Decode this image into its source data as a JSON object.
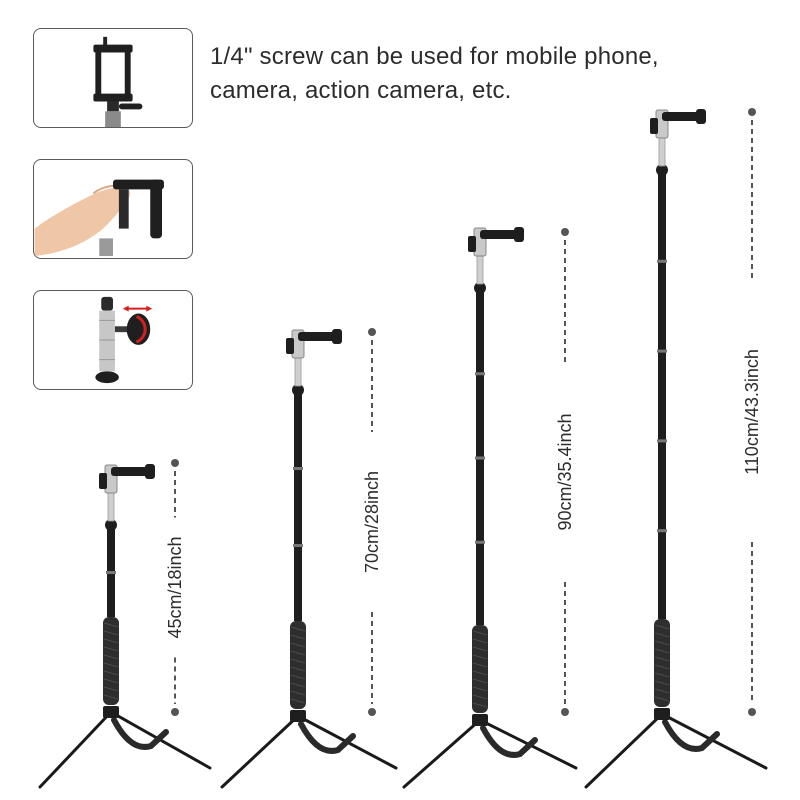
{
  "caption": {
    "line1": "1/4\" screw can be used for mobile phone,",
    "line2": "camera, action camera, etc."
  },
  "details": [
    {
      "name": "phone-clamp-detail"
    },
    {
      "name": "hand-grip-detail"
    },
    {
      "name": "adjustable-mount-detail"
    }
  ],
  "heights": [
    {
      "label": "45cm/18inch"
    },
    {
      "label": "70cm/28inch"
    },
    {
      "label": "90cm/35.4inch"
    },
    {
      "label": "110cm/43.3inch"
    }
  ],
  "colors": {
    "pole": "#1e1e1e",
    "silver": "#cfcfcf",
    "dimension_line": "#555555",
    "accent_red": "#d62020"
  }
}
